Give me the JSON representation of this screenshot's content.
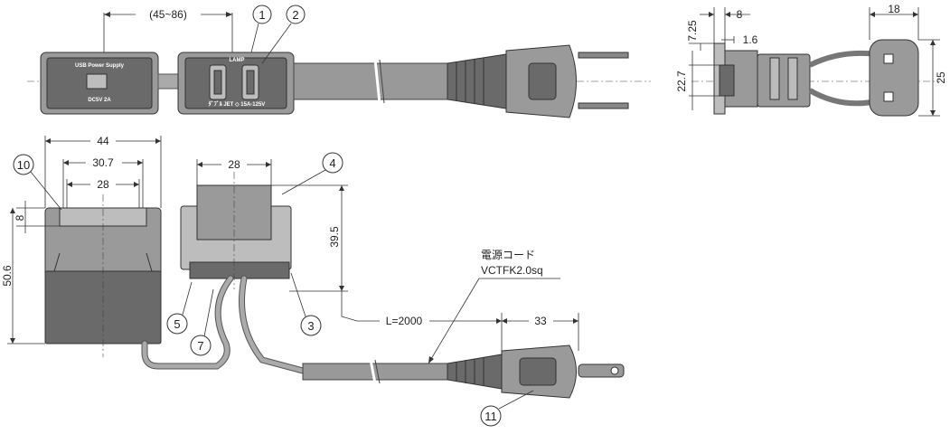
{
  "dimensions": {
    "adjustable_spacing": "(45~86)",
    "front_depth": "8",
    "front_offset": "7.25",
    "front_thickness": "1.6",
    "side_height_inner": "22.7",
    "plug_width": "18",
    "plug_height": "25",
    "width_44": "44",
    "width_30_7": "30.7",
    "width_28_left": "28",
    "width_28_right": "28",
    "height_8": "8",
    "height_50_6": "50.6",
    "height_39_5": "39.5",
    "cord_length": "L=2000",
    "plug_length": "33"
  },
  "labels": {
    "usb_module_title": "USB Power Supply",
    "usb_module_rating": "DC5V 2A",
    "outlet_brand": "LAMP",
    "outlet_rating": "ﾀﾞﾌﾞﾙ JET ◇ 15A-125V",
    "cord_title": "電源コード",
    "cord_spec": "VCTFK2.0sq"
  },
  "callouts": [
    "1",
    "2",
    "3",
    "4",
    "5",
    "7",
    "10",
    "11"
  ]
}
